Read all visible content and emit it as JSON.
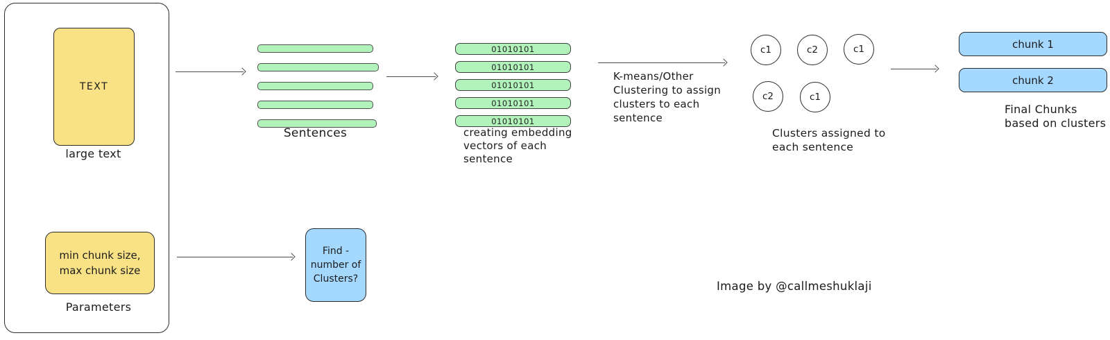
{
  "colors": {
    "yellow_fill": "#f9e286",
    "green_fill": "#b2f2bb",
    "blue_fill": "#a5d8ff",
    "outline": "#2b2b2b",
    "arrow": "#4d4d4d"
  },
  "input_panel": {
    "text_box_label": "TEXT",
    "text_box_caption": "large text",
    "params_line1": "min chunk size,",
    "params_line2": "max chunk size",
    "params_caption": "Parameters"
  },
  "sentences": {
    "caption": "Sentences"
  },
  "embeddings": {
    "vector_text": "01010101",
    "caption_line1": "creating embedding",
    "caption_line2": "vectors of each",
    "caption_line3": "sentence"
  },
  "kmeans": {
    "line1": "K-means/Other",
    "line2": "Clustering to assign",
    "line3": "clusters to each",
    "line4": "sentence"
  },
  "clusters": {
    "top": [
      "c1",
      "c2",
      "c1"
    ],
    "bottom": [
      "c2",
      "c1"
    ],
    "caption_line1": "Clusters assigned to",
    "caption_line2": "each sentence"
  },
  "chunks": {
    "chunk1": "chunk 1",
    "chunk2": "chunk 2",
    "caption_line1": "Final Chunks",
    "caption_line2": "based on clusters"
  },
  "find_box": {
    "line1": "Find -",
    "line2": "number of",
    "line3": "Clusters?"
  },
  "attribution": "Image by @callmeshuklaji"
}
